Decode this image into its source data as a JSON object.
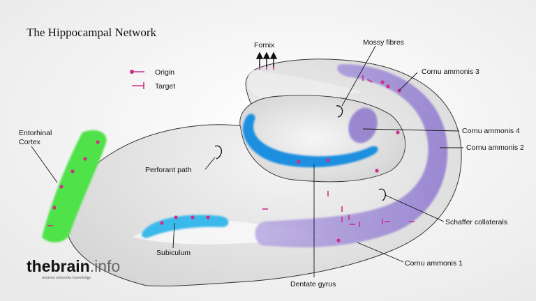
{
  "title": "The Hippocampal Network",
  "legend": {
    "origin": "Origin",
    "target": "Target"
  },
  "labels": {
    "fornix": "Fornix",
    "mossy_fibres": "Mossy fibres",
    "cornu_ammonis_3": "Cornu ammonis 3",
    "cornu_ammonis_4": "Cornu ammonis 4",
    "cornu_ammonis_2": "Cornu ammonis 2",
    "cornu_ammonis_1": "Cornu ammonis 1",
    "entorhinal_cortex_line1": "Entorhinal",
    "entorhinal_cortex_line2": "Cortex",
    "perforant_path": "Perforant path",
    "schaffer_collaterals": "Schaffer collaterals",
    "subiculum": "Subiculum",
    "dentate_gyrus": "Dentate gyrus"
  },
  "brand": {
    "the": "the",
    "brain": "brain",
    "info": ".info",
    "tagline": "neurons networks knowledge"
  },
  "colors": {
    "fiber": "#cc2e8a",
    "entorhinal": "#4fe24a",
    "dentate": "#1e8fe0",
    "subiculum": "#3ab9ea",
    "cornu_ammonis": "#9a86d6",
    "background_tissue": "#e6e6e6"
  }
}
